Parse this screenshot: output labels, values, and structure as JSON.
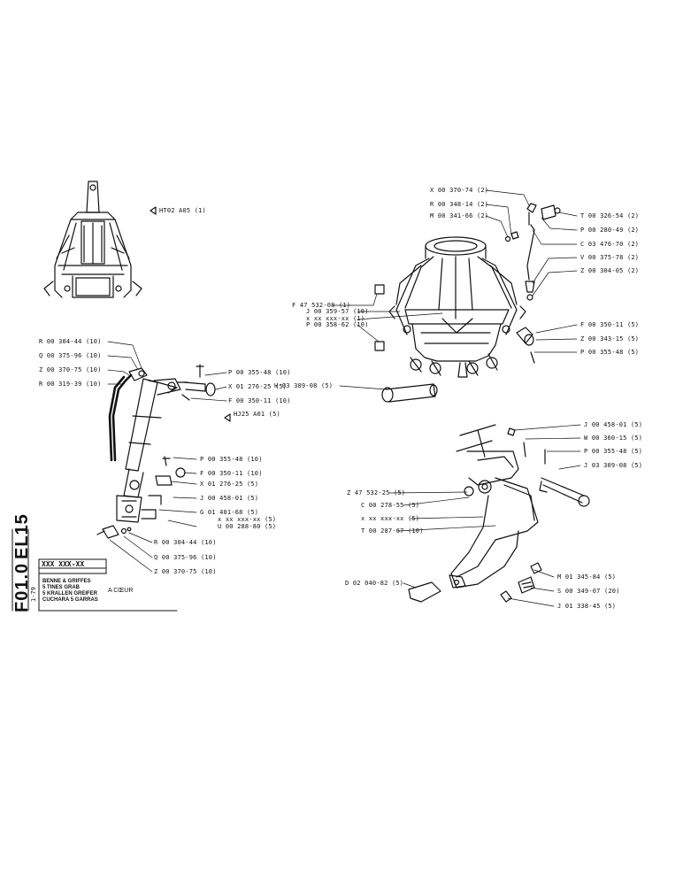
{
  "sheet": {
    "code_line1": "EL15",
    "code_line2": "F01.0",
    "date": "1-79",
    "part_mask": "XXX XXX-XX",
    "title_fr": "BENNE & GRIFFES",
    "title_en": "5 TINES GRAB",
    "title_de": "5 KRALLEN GREIFER",
    "title_es": "CUCHARA 5 GARRAS",
    "subtitle": "A CŒUR"
  },
  "callouts": {
    "top_left_ref": "HT02 A05 (1)",
    "left": [
      "R 00 304-44 (10)",
      "Q 00 375-96 (10)",
      "Z 00 370-75 (10)",
      "R 00 319-39 (10)"
    ],
    "cyl_right": [
      "P 00 355-48 (10)",
      "X 01 276-25 (5)",
      "F 00 350-11 (10)",
      "HJ25 A01 (5)"
    ],
    "lower_mid": [
      "P 00 355-48 (10)",
      "F 00 350-11 (10)",
      "X 01 276-25 (5)",
      "J 00 458-01 (5)",
      "G 01 401-68 (5)",
      "x xx xxx-xx (5)",
      "U 00 288-80 (5)"
    ],
    "lower_left": [
      "R 00 304-44 (10)",
      "Q 00 375-96 (10)",
      "Z 00 370-75 (10)"
    ],
    "top_right_left": [
      "X 00 370-74 (2)",
      "R 00 348-14 (2)",
      "M 00 341-66 (2)"
    ],
    "top_right_right": [
      "T 00 326-54 (2)",
      "P 00 280-49 (2)",
      "C 03 476-70 (2)",
      "V 00 375-78 (2)",
      "Z 00 304-05 (2)"
    ],
    "mid_left": [
      "F 47 532-08 (1)",
      "J 00 359-57 (10)",
      "x xx xxx-xx (1)",
      "P 00 358-62 (10)"
    ],
    "mid_right": [
      "F 00 350-11 (5)",
      "Z 00 343-15 (5)",
      "P 00 355-48 (5)"
    ],
    "pin_ref": "H 03 309-08 (5)",
    "claw_right": [
      "J 00 458-01 (5)",
      "W 00 360-15 (5)",
      "P 00 355-48 (5)",
      "J 03 309-08 (5)"
    ],
    "claw_left": [
      "Z 47 532-25 (5)",
      "C 00 278-55 (5)",
      "x xx xxx-xx (5)",
      "T 00 287-67 (10)"
    ],
    "tooth_ref": "D 02 040-82 (5)",
    "claw_bottom": [
      "M 01 345-84 (5)",
      "S 00 349-07 (20)",
      "J 01 338-45 (5)"
    ]
  }
}
